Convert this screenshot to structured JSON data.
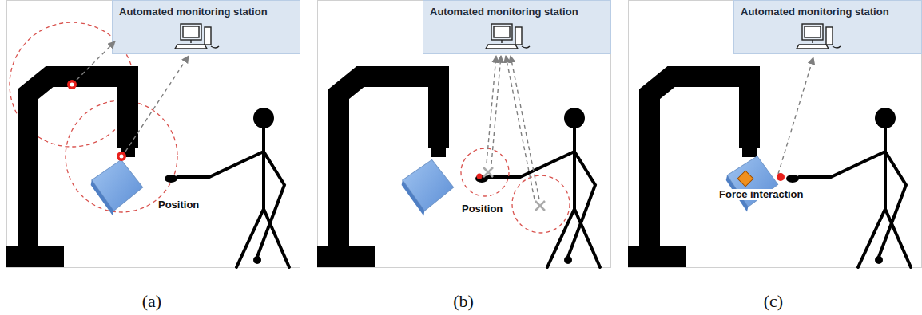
{
  "diagram": {
    "nodes": [
      {
        "text": [
          "Automated monitoring station"
        ]
      },
      {
        "text": [
          "Automated monitoring station"
        ]
      },
      {
        "text": [
          "Automated monitoring station"
        ]
      }
    ],
    "labels": [
      "Position",
      "Position",
      "Force interaction",
      "(a)",
      "(b)",
      "(c)"
    ]
  }
}
